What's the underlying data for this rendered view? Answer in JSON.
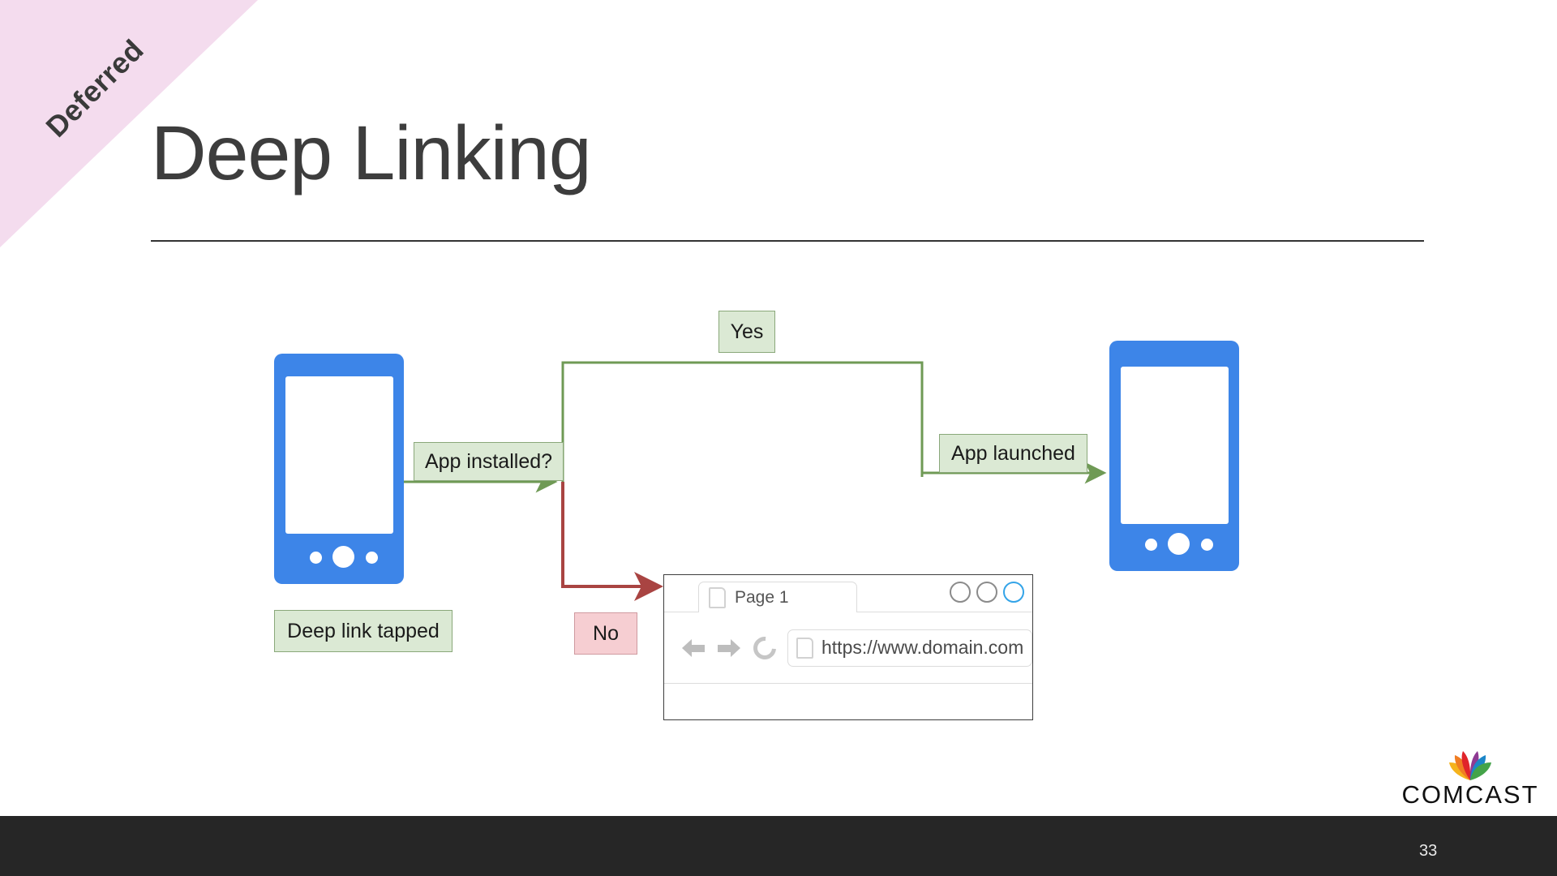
{
  "slide": {
    "title": "Deep Linking",
    "ribbon_label": "Deferred",
    "page_number": "33",
    "colors": {
      "ribbon_bg": "#f4dcee",
      "title_text": "#3d3d3d",
      "footer_bg": "#262626",
      "phone_blue": "#3d85e8",
      "flow_green_fill": "#dbe9d4",
      "flow_green_stroke": "#8aa87a",
      "flow_red_fill": "#f6ced2",
      "flow_red_stroke": "#cf9aa0",
      "arrow_green": "#6f9a55",
      "arrow_red": "#a94442"
    }
  },
  "diagram": {
    "type": "flowchart",
    "nodes": [
      {
        "id": "phone-left",
        "kind": "phone",
        "label": ""
      },
      {
        "id": "phone-right",
        "kind": "phone",
        "label": ""
      },
      {
        "id": "browser",
        "kind": "browser",
        "label": ""
      }
    ],
    "labels": {
      "deep_link_tapped": "Deep link tapped",
      "app_installed": "App installed?",
      "yes": "Yes",
      "no": "No",
      "app_launched": "App launched"
    },
    "edges": [
      {
        "from": "phone-left",
        "to": "decision",
        "label": "App installed?",
        "color": "green"
      },
      {
        "from": "decision",
        "to": "phone-right",
        "label": "Yes / App launched",
        "color": "green"
      },
      {
        "from": "decision",
        "to": "browser",
        "label": "No",
        "color": "red"
      }
    ]
  },
  "browser": {
    "tab_label": "Page 1",
    "url": "https://www.domain.com",
    "icons": {
      "back": "back-arrow-icon",
      "forward": "forward-arrow-icon",
      "reload": "reload-icon",
      "page": "page-icon"
    },
    "window_controls": [
      "circle",
      "circle",
      "circle-accent"
    ]
  },
  "logo": {
    "wordmark": "COMCAST",
    "peacock_colors": [
      "#f5b31c",
      "#f07d22",
      "#e0242a",
      "#8e3a92",
      "#1c86c8",
      "#44a349"
    ]
  }
}
